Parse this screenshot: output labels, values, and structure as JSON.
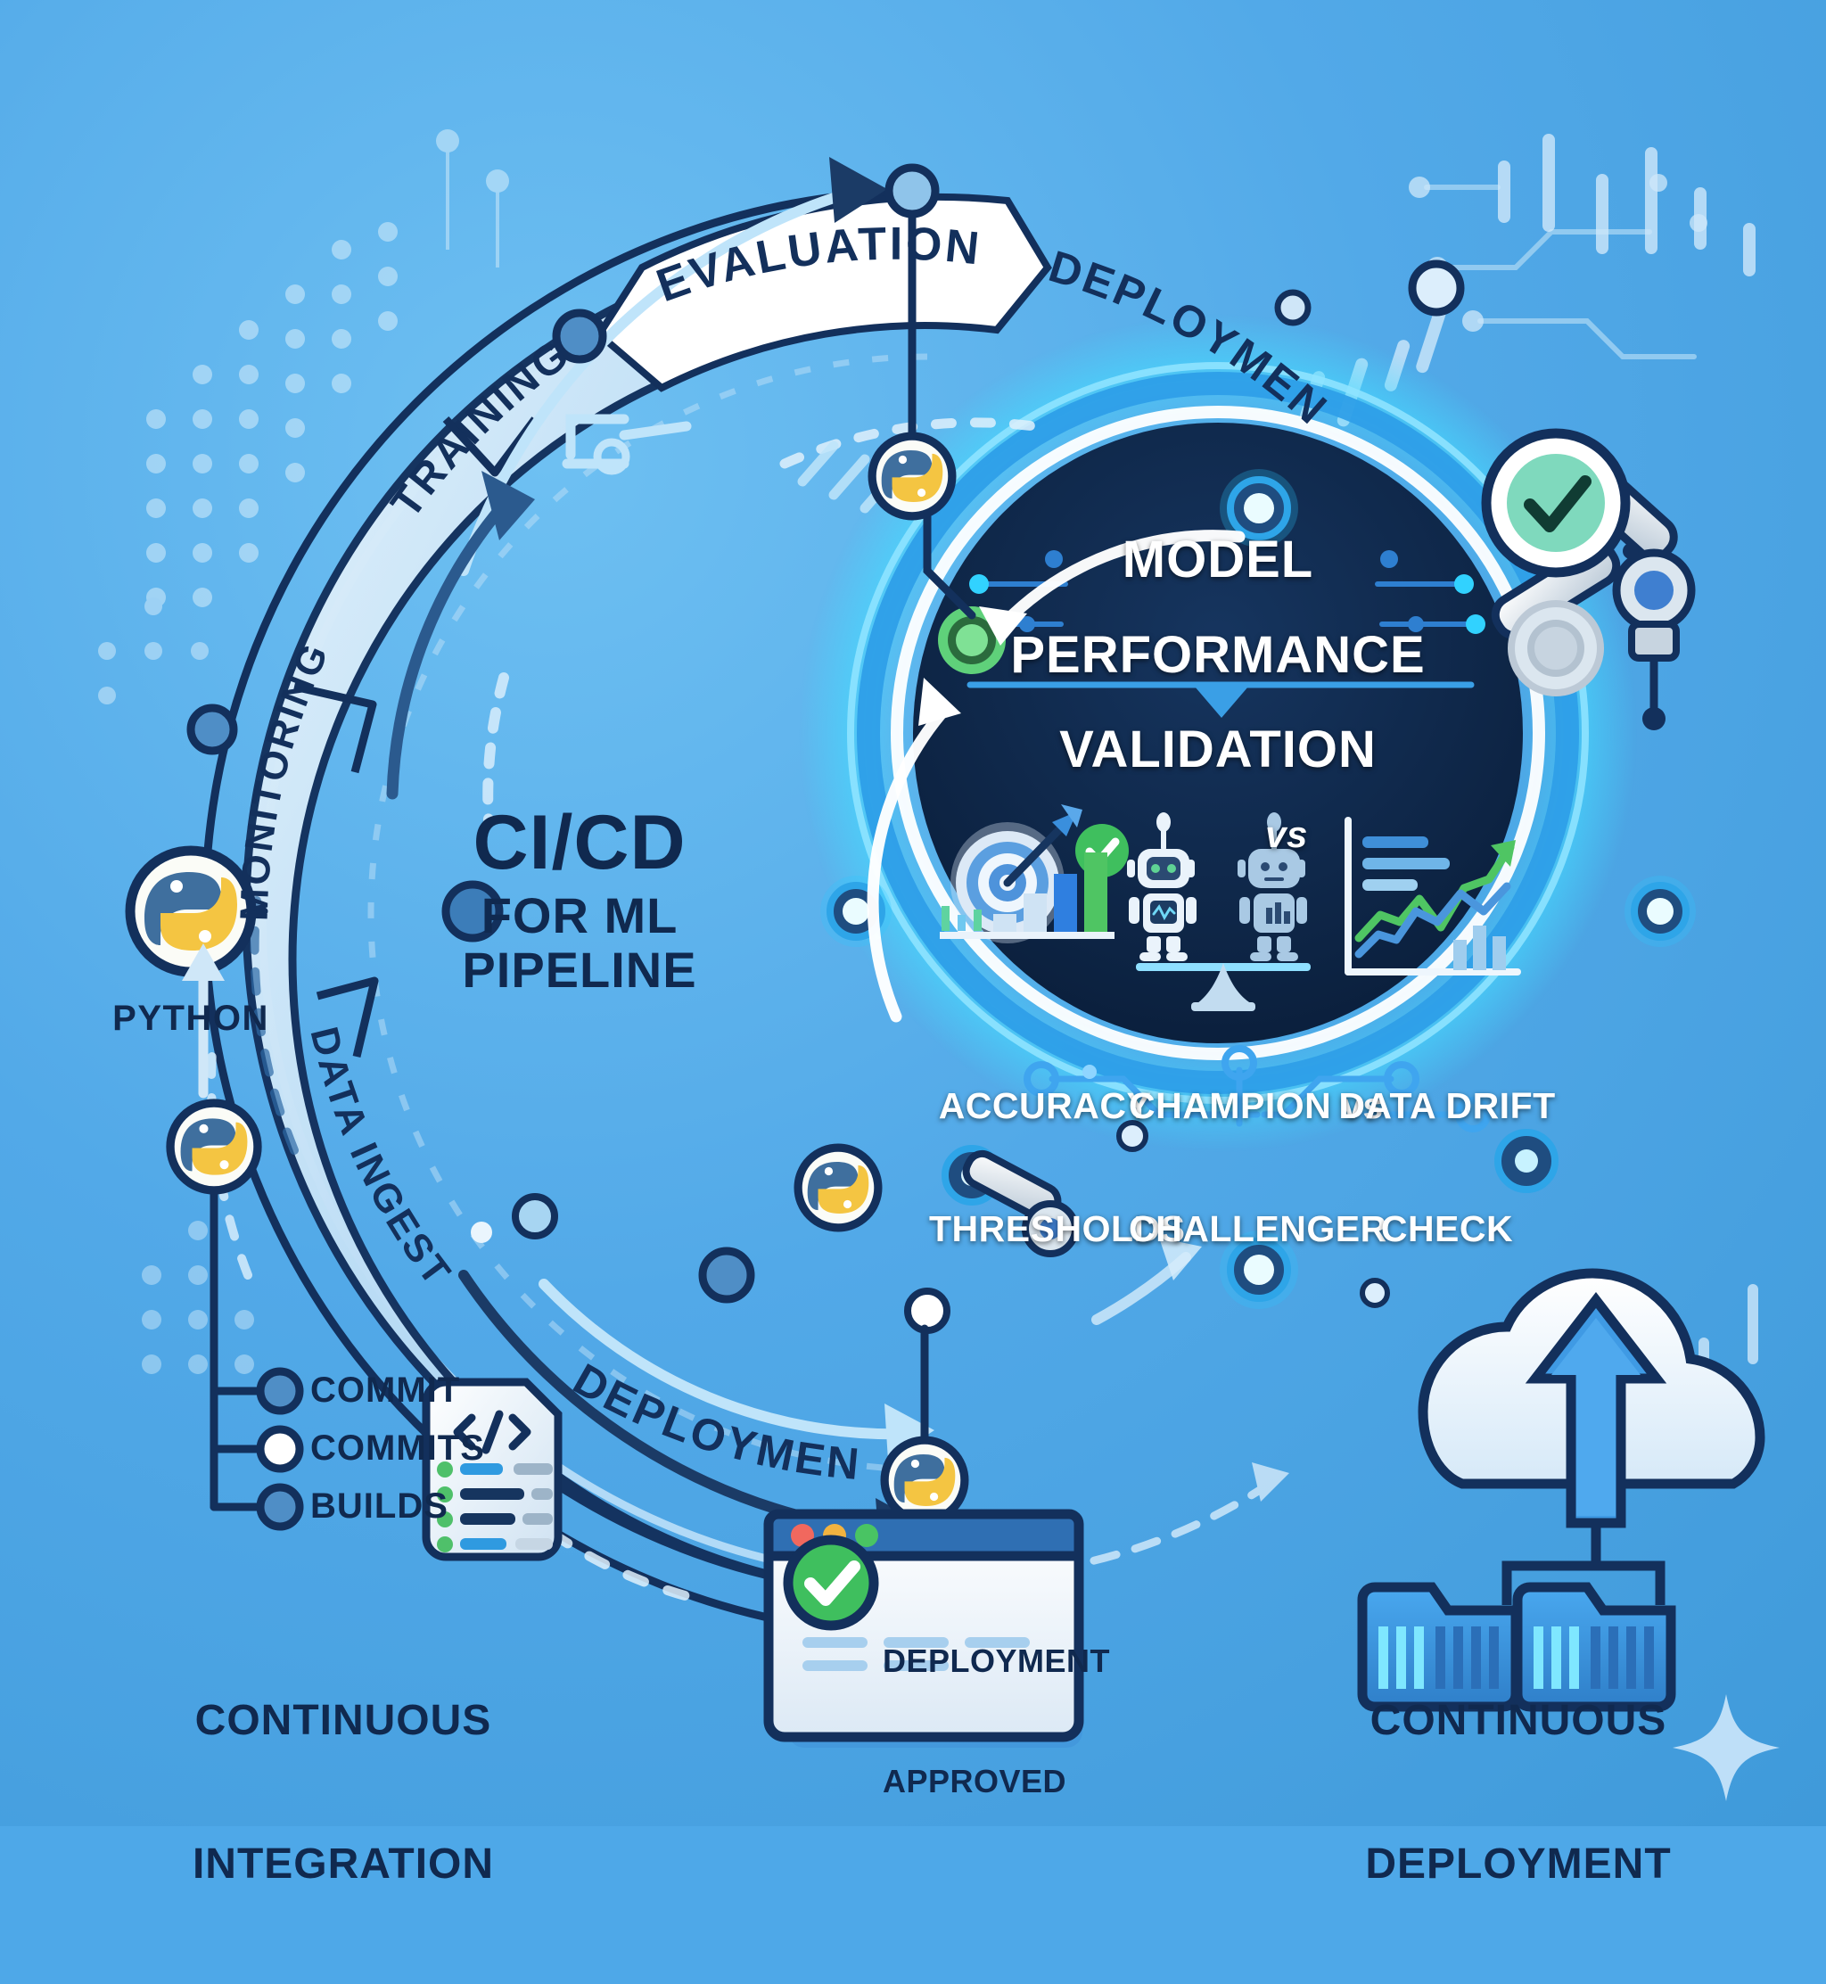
{
  "meta": {
    "background_color": "#4ea8e8",
    "accent_dark": "#10294f",
    "accent_cyan": "#29c4ff",
    "accent_green": "#45c463",
    "panel_bg": "#0d2444"
  },
  "center": {
    "line1": "CI/CD",
    "line2": "FOR ML",
    "line3": "PIPELINE"
  },
  "ribbons": [
    {
      "id": "monitoring",
      "label": "MONITORING"
    },
    {
      "id": "training",
      "label": "TRAINING"
    },
    {
      "id": "evaluation-gates",
      "label": "EVALUATION GATES"
    },
    {
      "id": "deployment-top",
      "label": "DEPLOYMENT"
    },
    {
      "id": "data-ingestion",
      "label": "DATA INGESTION"
    },
    {
      "id": "deployment-bottom",
      "label": "DEPLOYMENT"
    }
  ],
  "panel": {
    "title_line1": "MODEL",
    "title_line2": "PERFORMANCE",
    "title_line3": "VALIDATION",
    "items": [
      {
        "id": "accuracy-thresholds",
        "icon": "target-bar-chart-icon",
        "label_line1": "ACCURACY",
        "label_line2": "THRESHOLDS"
      },
      {
        "id": "champion-challenger",
        "icon": "two-robots-vs-icon",
        "label_line1": "CHAMPION vs",
        "label_line2": "CHALLENGER"
      },
      {
        "id": "data-drift-check",
        "icon": "line-chart-trend-icon",
        "label_line1": "DATA DRIFT",
        "label_line2": "CHECK"
      }
    ],
    "vs_label": "vs"
  },
  "left": {
    "python_label": "PYTHON",
    "ci_items": [
      {
        "id": "commit",
        "label": "COMMIT",
        "filled": false
      },
      {
        "id": "commits",
        "label": "COMMITS",
        "filled": true
      },
      {
        "id": "builds",
        "label": "BUILDS",
        "filled": false
      }
    ],
    "ci_title_line1": "CONTINUOUS",
    "ci_title_line2": "INTEGRATION"
  },
  "bottom_window": {
    "status_line1": "DEPLOYMENT",
    "status_line2": "APPROVED",
    "dots": [
      "#f1685e",
      "#f2b340",
      "#49c463"
    ]
  },
  "right": {
    "cd_title_line1": "CONTINUOUS",
    "cd_title_line2": "DEPLOYMENT"
  }
}
